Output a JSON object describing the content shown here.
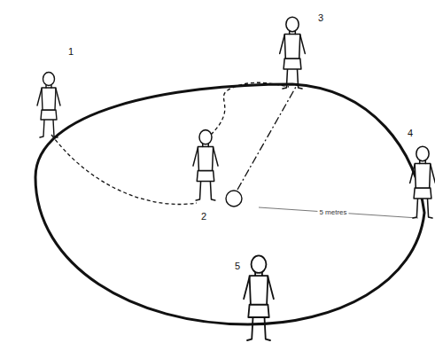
{
  "diagram": {
    "labels": [
      "1",
      "3",
      "2",
      "5 metres",
      "4",
      "5"
    ]
  }
}
